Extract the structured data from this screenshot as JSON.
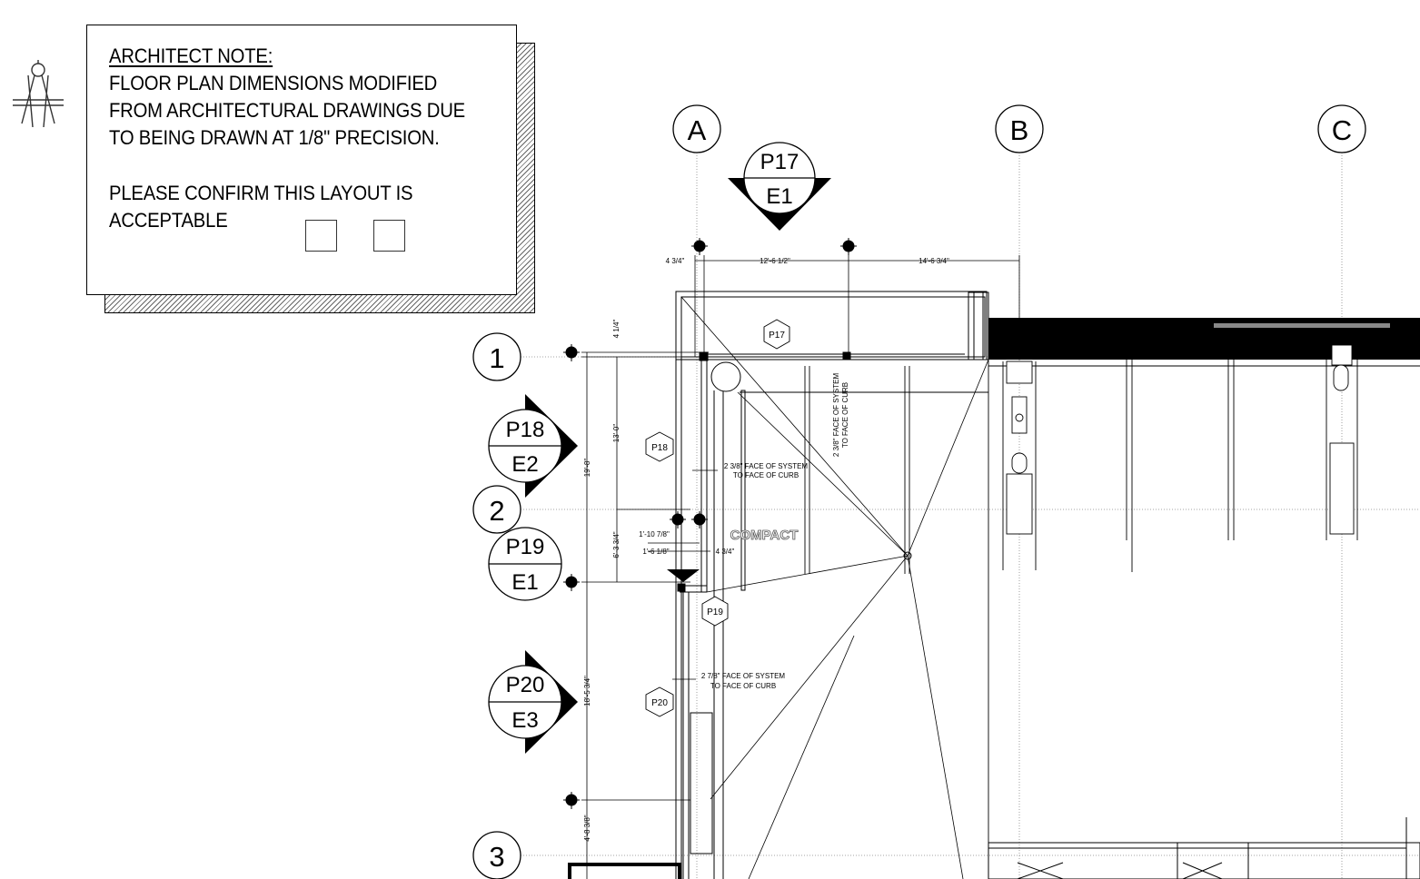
{
  "note": {
    "heading": "ARCHITECT NOTE:",
    "line1": "FLOOR PLAN DIMENSIONS MODIFIED",
    "line2": "FROM ARCHITECTURAL DRAWINGS DUE",
    "line3": "TO BEING DRAWN AT 1/8\" PRECISION.",
    "line4": "PLEASE CONFIRM THIS LAYOUT IS",
    "line5": "ACCEPTABLE"
  },
  "grid": {
    "columns": [
      "A",
      "B",
      "C"
    ],
    "rows": [
      "1",
      "2",
      "3"
    ]
  },
  "callouts": {
    "p17": {
      "top": "P17",
      "bottom": "E1"
    },
    "p18": {
      "top": "P18",
      "bottom": "E2"
    },
    "p19": {
      "top": "P19",
      "bottom": "E1"
    },
    "p20": {
      "top": "P20",
      "bottom": "E3"
    }
  },
  "hex_tags": [
    "P17",
    "P18",
    "P19",
    "P20"
  ],
  "dims": {
    "top_left": "4 3/4\"",
    "top_mid": "12'-6 1/2\"",
    "top_right": "14'-6 3/4\"",
    "v_4_1_4": "4 1/4\"",
    "v_13_0": "13'-0\"",
    "v_19_8": "19'-8\"",
    "v_6_3_3_4": "6'-3 3/4\"",
    "v_18_5_3_4": "18'-5 3/4\"",
    "v_4_8_3_8": "4'-8 3/8\"",
    "h_1_10_7_8": "1'-10 7/8\"",
    "h_1_6_1_8": "1'-6 1/8\"",
    "h_4_3_4": "4 3/4\"",
    "face_a_1": "2 3/8\" FACE OF SYSTEM",
    "face_a_2": "TO FACE OF CURB",
    "face_b_1": "2 3/8\" FACE OF SYSTEM",
    "face_b_2": "TO FACE OF CURB",
    "face_c_1": "2 7/8\" FACE OF SYSTEM",
    "face_c_2": "TO FACE OF CURB"
  },
  "labels": {
    "compact": "COMPACT"
  },
  "icons": [
    "compass-icon",
    "datum-target-icon"
  ]
}
